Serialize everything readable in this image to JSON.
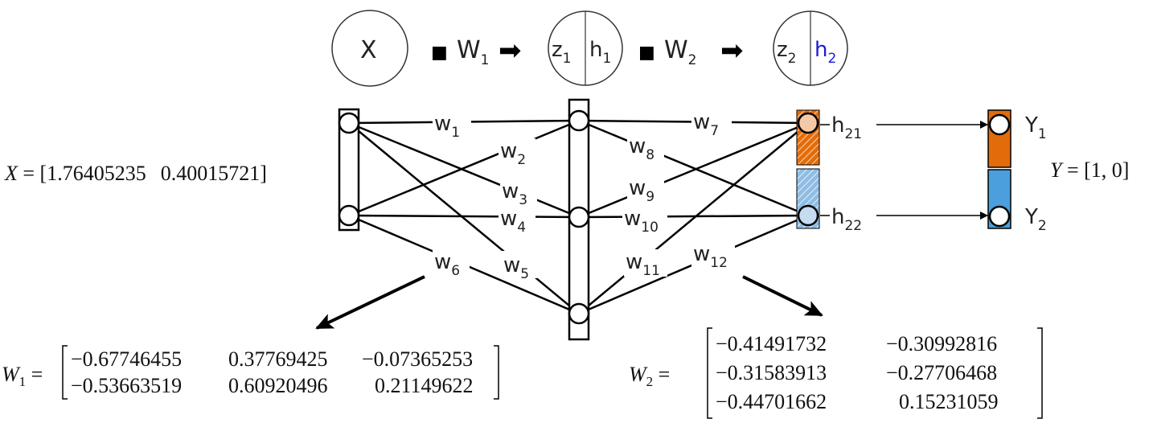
{
  "top_flow": {
    "x_node": "X",
    "dot_symbol": "■",
    "arrow_symbol": "➡",
    "w1_label": "W",
    "w1_sub": "1",
    "z1_label": "z",
    "z1_sub": "1",
    "h1_label": "h",
    "h1_sub": "1",
    "w2_label": "W",
    "w2_sub": "2",
    "z2_label": "z",
    "z2_sub": "2",
    "h2_label": "h",
    "h2_sub": "2",
    "h2_color": "#1a1adb"
  },
  "network": {
    "weights": [
      {
        "label": "w",
        "sub": "1"
      },
      {
        "label": "w",
        "sub": "2"
      },
      {
        "label": "w",
        "sub": "3"
      },
      {
        "label": "w",
        "sub": "4"
      },
      {
        "label": "w",
        "sub": "5"
      },
      {
        "label": "w",
        "sub": "6"
      },
      {
        "label": "w",
        "sub": "7"
      },
      {
        "label": "w",
        "sub": "8"
      },
      {
        "label": "w",
        "sub": "9"
      },
      {
        "label": "w",
        "sub": "10"
      },
      {
        "label": "w",
        "sub": "11"
      },
      {
        "label": "w",
        "sub": "12"
      }
    ],
    "h21": {
      "label": "h",
      "sub": "21"
    },
    "h22": {
      "label": "h",
      "sub": "22"
    },
    "y1": {
      "label": "Y",
      "sub": "1"
    },
    "y2": {
      "label": "Y",
      "sub": "2"
    },
    "colors": {
      "orange": "#e36c0a",
      "orange_light": "#f3c9a8",
      "blue": "#4a9fdc",
      "blue_light": "#c6dbef"
    }
  },
  "x_vector": {
    "name": "X",
    "values": [
      "1.76405235",
      "0.40015721"
    ]
  },
  "y_vector": {
    "name": "Y",
    "value": "[1, 0]"
  },
  "w1_matrix": {
    "name": "W",
    "sub": "1",
    "rows": [
      [
        "−0.67746455",
        "0.37769425",
        "−0.07365253"
      ],
      [
        "−0.53663519",
        "0.60920496",
        "0.21149622"
      ]
    ]
  },
  "w2_matrix": {
    "name": "W",
    "sub": "2",
    "rows": [
      [
        "−0.41491732",
        "−0.30992816"
      ],
      [
        "−0.31583913",
        "−0.27706468"
      ],
      [
        "−0.44701662",
        "0.15231059"
      ]
    ]
  }
}
